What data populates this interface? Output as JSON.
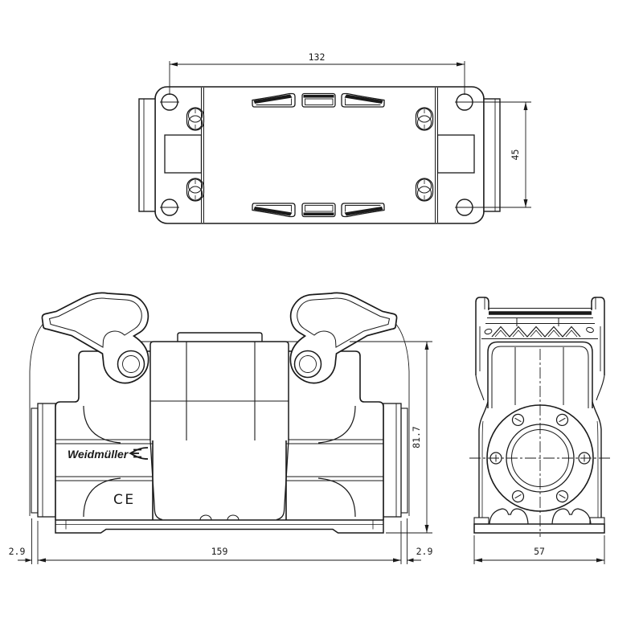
{
  "drawing": {
    "labels": {
      "brand": "Weidmüller",
      "ce_mark": "CE"
    },
    "dims": {
      "top_width": "132",
      "mount_height": "45",
      "body_height": "81.7",
      "body_length": "159",
      "end_offset_left": "2.9",
      "end_offset_right": "2.9",
      "side_width": "57"
    },
    "colors": {
      "background": "#ffffff",
      "line": "#1a1a1a"
    },
    "icons": {
      "logo": "weidmueller-logo-icon"
    }
  }
}
